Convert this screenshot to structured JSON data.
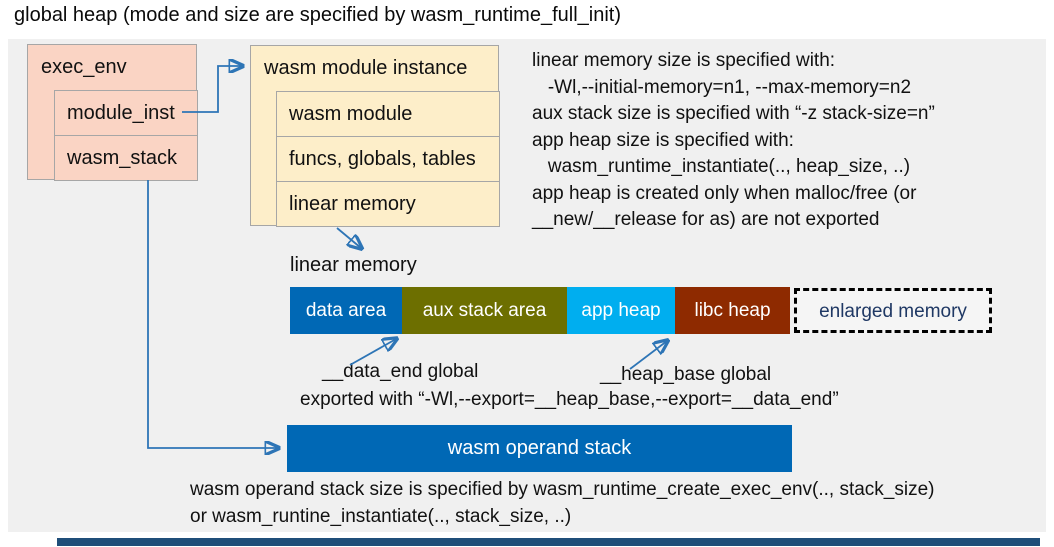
{
  "title": "global heap (mode and size are specified by wasm_runtime_full_init)",
  "diagram": {
    "exec_env": {
      "header": "exec_env",
      "rows": [
        "module_inst",
        "wasm_stack"
      ]
    },
    "module_instance": {
      "header": "wasm module instance",
      "rows": [
        "wasm module",
        "funcs, globals, tables",
        "linear memory"
      ]
    },
    "linear_memory": {
      "label": "linear memory",
      "segments": [
        {
          "label": "data area",
          "color": "#0068b5",
          "text_color": "#ffffff"
        },
        {
          "label": "aux stack area",
          "color": "#6d6f00",
          "text_color": "#ffffff"
        },
        {
          "label": "app heap",
          "color": "#00aeef",
          "text_color": "#ffffff"
        },
        {
          "label": "libc heap",
          "color": "#8e2a00",
          "text_color": "#ffffff"
        },
        {
          "label": "enlarged memory",
          "color": "#f5f5f5",
          "text_color": "#1f3864",
          "border": "dashed"
        }
      ],
      "annotations": {
        "data_end": "__data_end global",
        "heap_base": "__heap_base global",
        "exported": "exported with “-Wl,--export=__heap_base,--export=__data_end”"
      }
    },
    "right_notes": {
      "lines": [
        "linear memory size is specified with:",
        "   -Wl,--initial-memory=n1, --max-memory=n2",
        "aux stack size is specified with “-z stack-size=n”",
        "app heap size is specified with:",
        "   wasm_runtime_instantiate(.., heap_size, ..)",
        "app heap is created only when malloc/free (or",
        "__new/__release for as) are not exported"
      ]
    },
    "operand_stack": {
      "label": "wasm operand stack",
      "notes": [
        "wasm operand stack size is specified by wasm_runtime_create_exec_env(.., stack_size)",
        "or wasm_runtine_instantiate(.., stack_size, ..)"
      ]
    }
  },
  "colors": {
    "panel_bg": "#f0f0f0",
    "exec_env_fill": "#fad4c4",
    "module_instance_fill": "#fdeec9",
    "box_border": "#a6a6a6",
    "arrow_blue": "#2e75b6",
    "operand_stack_fill": "#0068b5",
    "footer_strip": "#1f4e79"
  }
}
